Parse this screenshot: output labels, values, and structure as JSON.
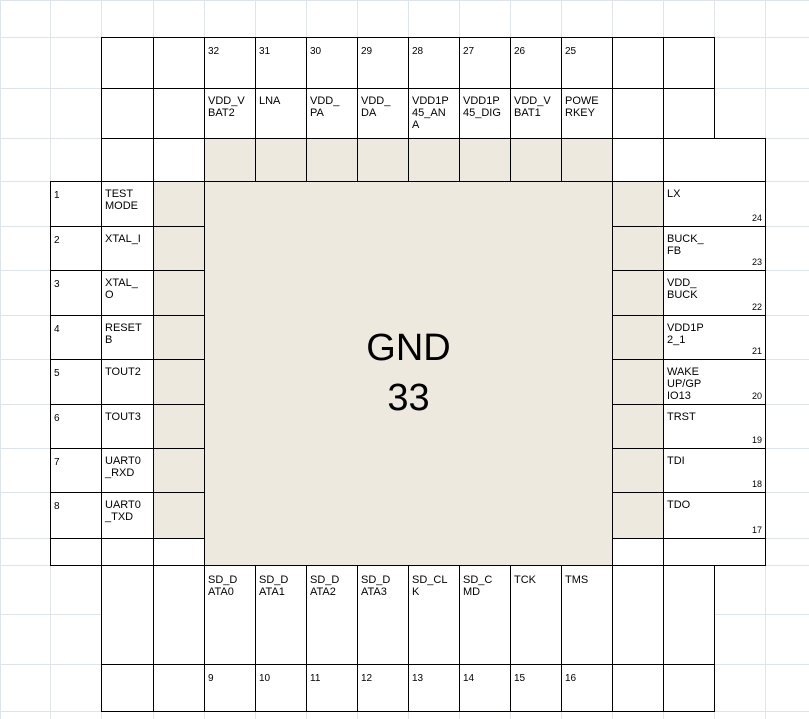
{
  "center": {
    "label": "GND",
    "number": "33"
  },
  "top_pins": [
    {
      "num": "32",
      "name": "VDD_V\nBAT2"
    },
    {
      "num": "31",
      "name": "LNA"
    },
    {
      "num": "30",
      "name": "VDD_\nPA"
    },
    {
      "num": "29",
      "name": "VDD_\nDA"
    },
    {
      "num": "28",
      "name": "VDD1P\n45_AN\nA"
    },
    {
      "num": "27",
      "name": "VDD1P\n45_DIG"
    },
    {
      "num": "26",
      "name": "VDD_V\nBAT1"
    },
    {
      "num": "25",
      "name": "POWE\nRKEY"
    }
  ],
  "left_pins": [
    {
      "num": "1",
      "name": "TEST\nMODE"
    },
    {
      "num": "2",
      "name": "XTAL_I"
    },
    {
      "num": "3",
      "name": "XTAL_\nO"
    },
    {
      "num": "4",
      "name": "RESET\nB"
    },
    {
      "num": "5",
      "name": "TOUT2"
    },
    {
      "num": "6",
      "name": "TOUT3"
    },
    {
      "num": "7",
      "name": "UART0\n_RXD"
    },
    {
      "num": "8",
      "name": "UART0\n_TXD"
    }
  ],
  "right_pins": [
    {
      "num": "24",
      "name": "LX"
    },
    {
      "num": "23",
      "name": "BUCK_\nFB"
    },
    {
      "num": "22",
      "name": "VDD_\nBUCK"
    },
    {
      "num": "21",
      "name": "VDD1P\n2_1"
    },
    {
      "num": "20",
      "name": "WAKE\nUP/GP\nIO13"
    },
    {
      "num": "19",
      "name": "TRST"
    },
    {
      "num": "18",
      "name": "TDI"
    },
    {
      "num": "17",
      "name": "TDO"
    }
  ],
  "bottom_pins": [
    {
      "num": "9",
      "name": "SD_D\nATA0"
    },
    {
      "num": "10",
      "name": "SD_D\nATA1"
    },
    {
      "num": "11",
      "name": "SD_D\nATA2"
    },
    {
      "num": "12",
      "name": "SD_D\nATA3"
    },
    {
      "num": "13",
      "name": "SD_CL\nK"
    },
    {
      "num": "14",
      "name": "SD_C\nMD"
    },
    {
      "num": "15",
      "name": "TCK"
    },
    {
      "num": "16",
      "name": "TMS"
    }
  ]
}
